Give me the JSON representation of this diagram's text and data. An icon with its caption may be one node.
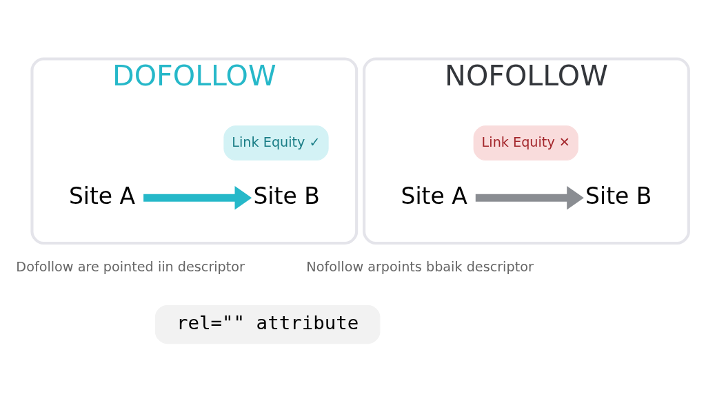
{
  "diagram": {
    "nodes": [
      {
        "text": [
          "DOFOLLOW"
        ],
        "beside": [
          "Dofollow are pointed iin descriptor"
        ]
      },
      {
        "text": [
          "Site A"
        ],
        "in": 0
      },
      {
        "text": [
          "Site B"
        ],
        "in": 0
      },
      {
        "text": [
          "Link Equity ✓"
        ],
        "in": 0
      },
      {
        "text": [
          "NOFOLLOW"
        ],
        "beside": [
          "Nofollow arpoints bbaik descriptor"
        ]
      },
      {
        "text": [
          "Site A"
        ],
        "in": 4
      },
      {
        "text": [
          "Site B"
        ],
        "in": 4
      },
      {
        "text": [
          "Link Equity ✕"
        ],
        "in": 4
      },
      {
        "text": [
          "rel=\"\" attribute"
        ]
      }
    ],
    "edges": [
      {
        "from": 1,
        "to": 2,
        "arrow": "to",
        "color": "#26b8c9"
      },
      {
        "from": 5,
        "to": 6,
        "arrow": "to",
        "color": "#8a8d92"
      }
    ]
  }
}
